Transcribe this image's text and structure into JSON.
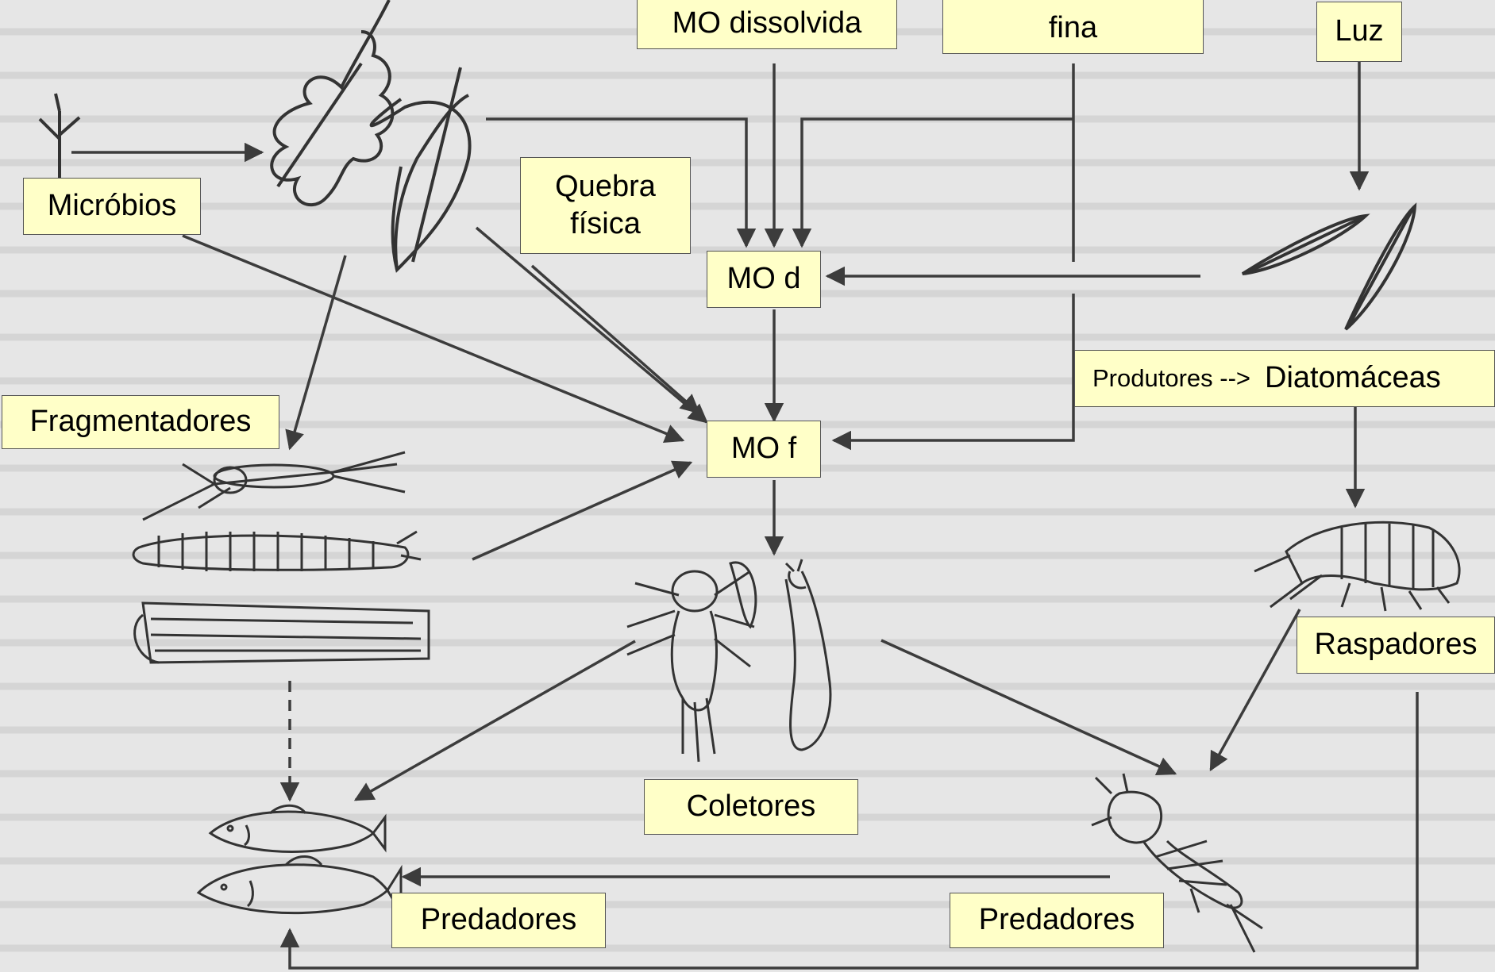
{
  "labels": {
    "mo_dissolvida": "MO dissolvida",
    "mo_particulada_fina_line2": "fina",
    "luz": "Luz",
    "microbios": "Micróbios",
    "quebra_fisica_line1": "Quebra",
    "quebra_fisica_line2": "física",
    "mo_d": "MO d",
    "fragmentadores": "Fragmentadores",
    "produtores_prefix": "Produtores -->",
    "diatomaceas": "Diatomáceas",
    "mo_f": "MO f",
    "raspadores": "Raspadores",
    "coletores": "Coletores",
    "predadores_left": "Predadores",
    "predadores_right": "Predadores"
  },
  "colors": {
    "background": "#e6e6e6",
    "label_fill": "#ffffc8",
    "arrow": "#3c3c3c",
    "drawing": "#333333"
  }
}
